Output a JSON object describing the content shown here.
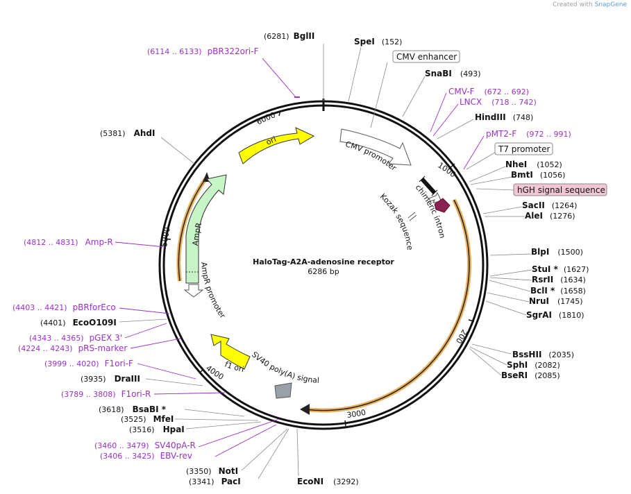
{
  "credit": {
    "prefix": "Created with",
    "brand": "SnapGene"
  },
  "plasmid": {
    "name": "HaloTag-A2A-adenosine receptor",
    "size_label": "6286 bp"
  },
  "ticks": [
    "1000",
    "2000",
    "3000",
    "4000",
    "5000",
    "6000"
  ],
  "sites": [
    {
      "name": "BglII",
      "pos": "(6281)"
    },
    {
      "name": "SpeI",
      "pos": "(152)"
    },
    {
      "name": "SnaBI",
      "pos": "(493)"
    },
    {
      "name": "HindIII",
      "pos": "(748)"
    },
    {
      "name": "NheI",
      "pos": "(1052)"
    },
    {
      "name": "BmtI",
      "pos": "(1056)"
    },
    {
      "name": "SacII",
      "pos": "(1264)"
    },
    {
      "name": "AleI",
      "pos": "(1276)"
    },
    {
      "name": "BlpI",
      "pos": "(1500)"
    },
    {
      "name": "StuI *",
      "pos": "(1627)"
    },
    {
      "name": "RsrII",
      "pos": "(1634)"
    },
    {
      "name": "BclI *",
      "pos": "(1658)"
    },
    {
      "name": "NruI",
      "pos": "(1745)"
    },
    {
      "name": "SgrAI",
      "pos": "(1810)"
    },
    {
      "name": "BssHII",
      "pos": "(2035)"
    },
    {
      "name": "SphI",
      "pos": "(2082)"
    },
    {
      "name": "BseRI",
      "pos": "(2085)"
    },
    {
      "name": "EcoNI",
      "pos": "(3292)"
    },
    {
      "name": "PacI",
      "pos": "(3341)"
    },
    {
      "name": "NotI",
      "pos": "(3350)"
    },
    {
      "name": "HpaI",
      "pos": "(3516)"
    },
    {
      "name": "MfeI",
      "pos": "(3525)"
    },
    {
      "name": "BsaBI *",
      "pos": "(3618)"
    },
    {
      "name": "DraIII",
      "pos": "(3935)"
    },
    {
      "name": "EcoO109I",
      "pos": "(4401)"
    },
    {
      "name": "AhdI",
      "pos": "(5381)"
    }
  ],
  "primers": [
    {
      "name": "pBR322ori-F",
      "range": "(6114 .. 6133)"
    },
    {
      "name": "CMV-F",
      "range": "(672 .. 692)"
    },
    {
      "name": "LNCX",
      "range": "(718 .. 742)"
    },
    {
      "name": "pMT2-F",
      "range": "(972 .. 991)"
    },
    {
      "name": "Amp-R",
      "range": "(4812 .. 4831)"
    },
    {
      "name": "pBRforEco",
      "range": "(4403 .. 4421)"
    },
    {
      "name": "pGEX 3'",
      "range": "(4343 .. 4365)"
    },
    {
      "name": "pRS-marker",
      "range": "(4224 .. 4243)"
    },
    {
      "name": "F1ori-F",
      "range": "(3999 .. 4020)"
    },
    {
      "name": "F1ori-R",
      "range": "(3789 .. 3808)"
    },
    {
      "name": "SV40pA-R",
      "range": "(3460 .. 3479)"
    },
    {
      "name": "EBV-rev",
      "range": "(3406 .. 3425)"
    }
  ],
  "boxed_features": [
    "CMV enhancer",
    "T7 promoter",
    "hGH signal sequence"
  ],
  "features": {
    "cmv_promoter": "CMV promoter",
    "chimeric_intron": "chimeric intron",
    "kozak": "Kozak sequence",
    "ori": "ori",
    "ampr": "AmpR",
    "ampr_promoter": "AmpR promoter",
    "f1_ori": "f1 ori",
    "sv40_polya": "SV40 poly(A) signal"
  },
  "colors": {
    "backbone": "#111111",
    "primer": "#9b30c8",
    "orf_outline": "#e9b05c",
    "ori_fill": "#ffff00",
    "ampr_fill": "#c8f5c8",
    "signal_fill": "#8b2252",
    "hgh_box": "#f2c6d2",
    "polya_fill": "#9aa0a6"
  }
}
